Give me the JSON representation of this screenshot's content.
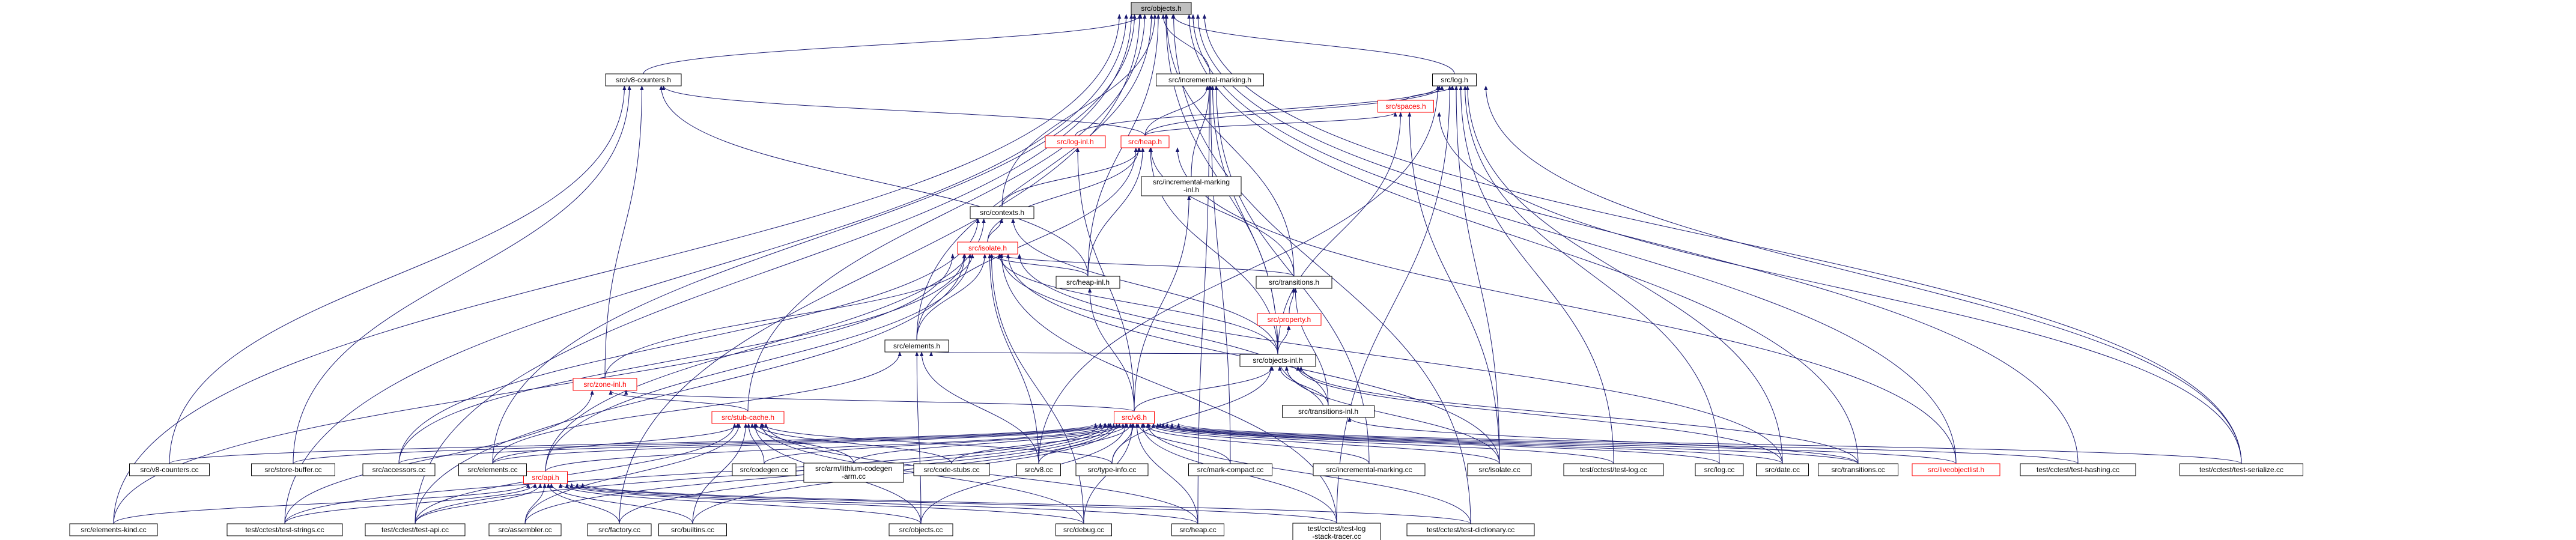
{
  "graph": {
    "nodes": [
      {
        "id": "objects_h",
        "label": "src/objects.h",
        "style": "root"
      },
      {
        "id": "v8counters_h",
        "label": "src/v8-counters.h",
        "style": "normal"
      },
      {
        "id": "log_h",
        "label": "src/log.h",
        "style": "normal"
      },
      {
        "id": "spaces_h",
        "label": "src/spaces.h",
        "style": "red"
      },
      {
        "id": "incmark_h",
        "label": "src/incremental-marking.h",
        "style": "normal"
      },
      {
        "id": "loginl_h",
        "label": "src/log-inl.h",
        "style": "red"
      },
      {
        "id": "heap_h",
        "label": "src/heap.h",
        "style": "red"
      },
      {
        "id": "incmarkinl_h",
        "label": [
          "src/incremental-marking",
          "-inl.h"
        ],
        "style": "normal"
      },
      {
        "id": "contexts_h",
        "label": "src/contexts.h",
        "style": "normal"
      },
      {
        "id": "isolate_h",
        "label": "src/isolate.h",
        "style": "red"
      },
      {
        "id": "heapinl_h",
        "label": "src/heap-inl.h",
        "style": "normal"
      },
      {
        "id": "transitions_h",
        "label": "src/transitions.h",
        "style": "normal"
      },
      {
        "id": "property_h",
        "label": "src/property.h",
        "style": "red"
      },
      {
        "id": "elements_h",
        "label": "src/elements.h",
        "style": "normal"
      },
      {
        "id": "objectsinl_h",
        "label": "src/objects-inl.h",
        "style": "normal"
      },
      {
        "id": "zoneinl_h",
        "label": "src/zone-inl.h",
        "style": "red"
      },
      {
        "id": "transinl_h",
        "label": "src/transitions-inl.h",
        "style": "normal"
      },
      {
        "id": "stubcache_h",
        "label": "src/stub-cache.h",
        "style": "red"
      },
      {
        "id": "v8_h",
        "label": "src/v8.h",
        "style": "red"
      },
      {
        "id": "api_h",
        "label": "src/api.h",
        "style": "red"
      },
      {
        "id": "v8counters_cc",
        "label": "src/v8-counters.cc",
        "style": "normal"
      },
      {
        "id": "storebuffer_cc",
        "label": "src/store-buffer.cc",
        "style": "normal"
      },
      {
        "id": "accessors_cc",
        "label": "src/accessors.cc",
        "style": "normal"
      },
      {
        "id": "elements_cc",
        "label": "src/elements.cc",
        "style": "normal"
      },
      {
        "id": "codegen_cc",
        "label": "src/codegen.cc",
        "style": "normal"
      },
      {
        "id": "armlithium_cc",
        "label": [
          "src/arm/lithium-codegen",
          "-arm.cc"
        ],
        "style": "normal"
      },
      {
        "id": "codestubs_cc",
        "label": "src/code-stubs.cc",
        "style": "normal"
      },
      {
        "id": "v8_cc",
        "label": "src/v8.cc",
        "style": "normal"
      },
      {
        "id": "typeinfo_cc",
        "label": "src/type-info.cc",
        "style": "normal"
      },
      {
        "id": "markcompact_cc",
        "label": "src/mark-compact.cc",
        "style": "normal"
      },
      {
        "id": "incmark_cc",
        "label": "src/incremental-marking.cc",
        "style": "normal"
      },
      {
        "id": "isolate_cc",
        "label": "src/isolate.cc",
        "style": "normal"
      },
      {
        "id": "testlog_cc",
        "label": "test/cctest/test-log.cc",
        "style": "normal"
      },
      {
        "id": "log_cc",
        "label": "src/log.cc",
        "style": "normal"
      },
      {
        "id": "date_cc",
        "label": "src/date.cc",
        "style": "normal"
      },
      {
        "id": "transitions_cc",
        "label": "src/transitions.cc",
        "style": "normal"
      },
      {
        "id": "liveobjectlist_h",
        "label": "src/liveobjectlist.h",
        "style": "red"
      },
      {
        "id": "testhashing_cc",
        "label": "test/cctest/test-hashing.cc",
        "style": "normal"
      },
      {
        "id": "testserialize_cc",
        "label": "test/cctest/test-serialize.cc",
        "style": "normal"
      },
      {
        "id": "elementskind_cc",
        "label": "src/elements-kind.cc",
        "style": "normal"
      },
      {
        "id": "teststrings_cc",
        "label": "test/cctest/test-strings.cc",
        "style": "normal"
      },
      {
        "id": "testapi_cc",
        "label": "test/cctest/test-api.cc",
        "style": "normal"
      },
      {
        "id": "assembler_cc",
        "label": "src/assembler.cc",
        "style": "normal"
      },
      {
        "id": "factory_cc",
        "label": "src/factory.cc",
        "style": "normal"
      },
      {
        "id": "builtins_cc",
        "label": "src/builtins.cc",
        "style": "normal"
      },
      {
        "id": "objects_cc",
        "label": "src/objects.cc",
        "style": "normal"
      },
      {
        "id": "debug_cc",
        "label": "src/debug.cc",
        "style": "normal"
      },
      {
        "id": "heap_cc",
        "label": "src/heap.cc",
        "style": "normal"
      },
      {
        "id": "testlogstack_cc",
        "label": [
          "test/cctest/test-log",
          "-stack-tracer.cc"
        ],
        "style": "normal"
      },
      {
        "id": "testdict_cc",
        "label": "test/cctest/test-dictionary.cc",
        "style": "normal"
      }
    ],
    "edges": [
      [
        "v8counters_h",
        "objects_h"
      ],
      [
        "log_h",
        "objects_h"
      ],
      [
        "incmark_h",
        "objects_h"
      ],
      [
        "contexts_h",
        "objects_h"
      ],
      [
        "elements_h",
        "objects_h"
      ],
      [
        "heapinl_h",
        "objects_h"
      ],
      [
        "transitions_h",
        "objects_h"
      ],
      [
        "objectsinl_h",
        "objects_h"
      ],
      [
        "stubcache_h",
        "objects_h"
      ],
      [
        "elements_cc",
        "objects_h"
      ],
      [
        "liveobjectlist_h",
        "objects_h"
      ],
      [
        "transitions_cc",
        "objects_h"
      ],
      [
        "testserialize_cc",
        "objects_h"
      ],
      [
        "testhashing_cc",
        "objects_h"
      ],
      [
        "elementskind_cc",
        "objects_h"
      ],
      [
        "teststrings_cc",
        "objects_h"
      ],
      [
        "testapi_cc",
        "objects_h"
      ],
      [
        "factory_cc",
        "objects_h"
      ],
      [
        "testdict_cc",
        "objects_h"
      ],
      [
        "spaces_h",
        "log_h"
      ],
      [
        "loginl_h",
        "log_h"
      ],
      [
        "heap_h",
        "log_h"
      ],
      [
        "v8_cc",
        "log_h"
      ],
      [
        "isolate_cc",
        "log_h"
      ],
      [
        "testlog_cc",
        "log_h"
      ],
      [
        "log_cc",
        "log_h"
      ],
      [
        "date_cc",
        "log_h"
      ],
      [
        "testserialize_cc",
        "log_h"
      ],
      [
        "testlogstack_cc",
        "log_h"
      ],
      [
        "heap_h",
        "spaces_h"
      ],
      [
        "objectsinl_h",
        "spaces_h"
      ],
      [
        "isolate_cc",
        "spaces_h"
      ],
      [
        "testserialize_cc",
        "spaces_h"
      ],
      [
        "heap_h",
        "incmark_h"
      ],
      [
        "incmarkinl_h",
        "incmark_h"
      ],
      [
        "objectsinl_h",
        "incmark_h"
      ],
      [
        "incmark_cc",
        "incmark_h"
      ],
      [
        "markcompact_cc",
        "incmark_h"
      ],
      [
        "heap_cc",
        "incmark_h"
      ],
      [
        "v8_h",
        "loginl_h"
      ],
      [
        "contexts_h",
        "heap_h"
      ],
      [
        "isolate_h",
        "heap_h"
      ],
      [
        "heapinl_h",
        "heap_h"
      ],
      [
        "elements_h",
        "heap_h"
      ],
      [
        "objectsinl_h",
        "heap_h"
      ],
      [
        "transitions_h",
        "heap_h"
      ],
      [
        "liveobjectlist_h",
        "heap_h"
      ],
      [
        "v8_h",
        "incmarkinl_h"
      ],
      [
        "isolate_h",
        "contexts_h"
      ],
      [
        "objectsinl_h",
        "contexts_h"
      ],
      [
        "api_h",
        "contexts_h"
      ],
      [
        "accessors_cc",
        "contexts_h"
      ],
      [
        "heapinl_h",
        "isolate_h"
      ],
      [
        "elements_h",
        "isolate_h"
      ],
      [
        "zoneinl_h",
        "isolate_h"
      ],
      [
        "transitions_h",
        "isolate_h"
      ],
      [
        "objectsinl_h",
        "isolate_h"
      ],
      [
        "transinl_h",
        "isolate_h"
      ],
      [
        "api_h",
        "isolate_h"
      ],
      [
        "v8_cc",
        "isolate_h"
      ],
      [
        "elementskind_cc",
        "isolate_h"
      ],
      [
        "testapi_cc",
        "isolate_h"
      ],
      [
        "accessors_cc",
        "isolate_h"
      ],
      [
        "isolate_cc",
        "isolate_h"
      ],
      [
        "testlogstack_cc",
        "isolate_h"
      ],
      [
        "date_cc",
        "isolate_h"
      ],
      [
        "debug_cc",
        "isolate_h"
      ],
      [
        "v8_h",
        "heapinl_h"
      ],
      [
        "property_h",
        "transitions_h"
      ],
      [
        "transinl_h",
        "transitions_h"
      ],
      [
        "objectsinl_h",
        "property_h"
      ],
      [
        "objectsinl_h",
        "elements_h"
      ],
      [
        "elements_cc",
        "elements_h"
      ],
      [
        "v8_cc",
        "elements_h"
      ],
      [
        "objects_cc",
        "elements_h"
      ],
      [
        "v8_h",
        "objectsinl_h"
      ],
      [
        "transinl_h",
        "objectsinl_h"
      ],
      [
        "typeinfo_cc",
        "objectsinl_h"
      ],
      [
        "date_cc",
        "objectsinl_h"
      ],
      [
        "transitions_cc",
        "objectsinl_h"
      ],
      [
        "isolate_cc",
        "objectsinl_h"
      ],
      [
        "v8_h",
        "zoneinl_h"
      ],
      [
        "stubcache_h",
        "zoneinl_h"
      ],
      [
        "teststrings_cc",
        "zoneinl_h"
      ],
      [
        "transitions_cc",
        "transinl_h"
      ],
      [
        "objectsinl_h",
        "transinl_h"
      ],
      [
        "codegen_cc",
        "stubcache_h"
      ],
      [
        "armlithium_cc",
        "stubcache_h"
      ],
      [
        "codestubs_cc",
        "stubcache_h"
      ],
      [
        "typeinfo_cc",
        "stubcache_h"
      ],
      [
        "elements_cc",
        "stubcache_h"
      ],
      [
        "builtins_cc",
        "stubcache_h"
      ],
      [
        "assembler_cc",
        "stubcache_h"
      ],
      [
        "objects_cc",
        "stubcache_h"
      ],
      [
        "debug_cc",
        "stubcache_h"
      ],
      [
        "heap_cc",
        "stubcache_h"
      ],
      [
        "testapi_cc",
        "stubcache_h"
      ],
      [
        "api_h",
        "v8_h"
      ],
      [
        "v8counters_cc",
        "v8_h"
      ],
      [
        "storebuffer_cc",
        "v8_h"
      ],
      [
        "accessors_cc",
        "v8_h"
      ],
      [
        "elements_cc",
        "v8_h"
      ],
      [
        "codegen_cc",
        "v8_h"
      ],
      [
        "armlithium_cc",
        "v8_h"
      ],
      [
        "codestubs_cc",
        "v8_h"
      ],
      [
        "v8_cc",
        "v8_h"
      ],
      [
        "typeinfo_cc",
        "v8_h"
      ],
      [
        "markcompact_cc",
        "v8_h"
      ],
      [
        "incmark_cc",
        "v8_h"
      ],
      [
        "isolate_cc",
        "v8_h"
      ],
      [
        "testlog_cc",
        "v8_h"
      ],
      [
        "log_cc",
        "v8_h"
      ],
      [
        "date_cc",
        "v8_h"
      ],
      [
        "transitions_cc",
        "v8_h"
      ],
      [
        "liveobjectlist_h",
        "v8_h"
      ],
      [
        "testhashing_cc",
        "v8_h"
      ],
      [
        "testserialize_cc",
        "v8_h"
      ],
      [
        "teststrings_cc",
        "v8_h"
      ],
      [
        "testapi_cc",
        "v8_h"
      ],
      [
        "assembler_cc",
        "v8_h"
      ],
      [
        "factory_cc",
        "v8_h"
      ],
      [
        "builtins_cc",
        "v8_h"
      ],
      [
        "objects_cc",
        "v8_h"
      ],
      [
        "debug_cc",
        "v8_h"
      ],
      [
        "heap_cc",
        "v8_h"
      ],
      [
        "testlogstack_cc",
        "v8_h"
      ],
      [
        "testdict_cc",
        "v8_h"
      ],
      [
        "elementskind_cc",
        "api_h"
      ],
      [
        "teststrings_cc",
        "api_h"
      ],
      [
        "testapi_cc",
        "api_h"
      ],
      [
        "assembler_cc",
        "api_h"
      ],
      [
        "factory_cc",
        "api_h"
      ],
      [
        "builtins_cc",
        "api_h"
      ],
      [
        "objects_cc",
        "api_h"
      ],
      [
        "debug_cc",
        "api_h"
      ],
      [
        "heap_cc",
        "api_h"
      ],
      [
        "testlogstack_cc",
        "api_h"
      ],
      [
        "testdict_cc",
        "api_h"
      ],
      [
        "v8counters_cc",
        "v8counters_h"
      ],
      [
        "storebuffer_cc",
        "v8counters_h"
      ],
      [
        "zoneinl_h",
        "v8counters_h"
      ],
      [
        "heapinl_h",
        "v8counters_h"
      ],
      [
        "heap_h",
        "v8counters_h"
      ]
    ]
  }
}
